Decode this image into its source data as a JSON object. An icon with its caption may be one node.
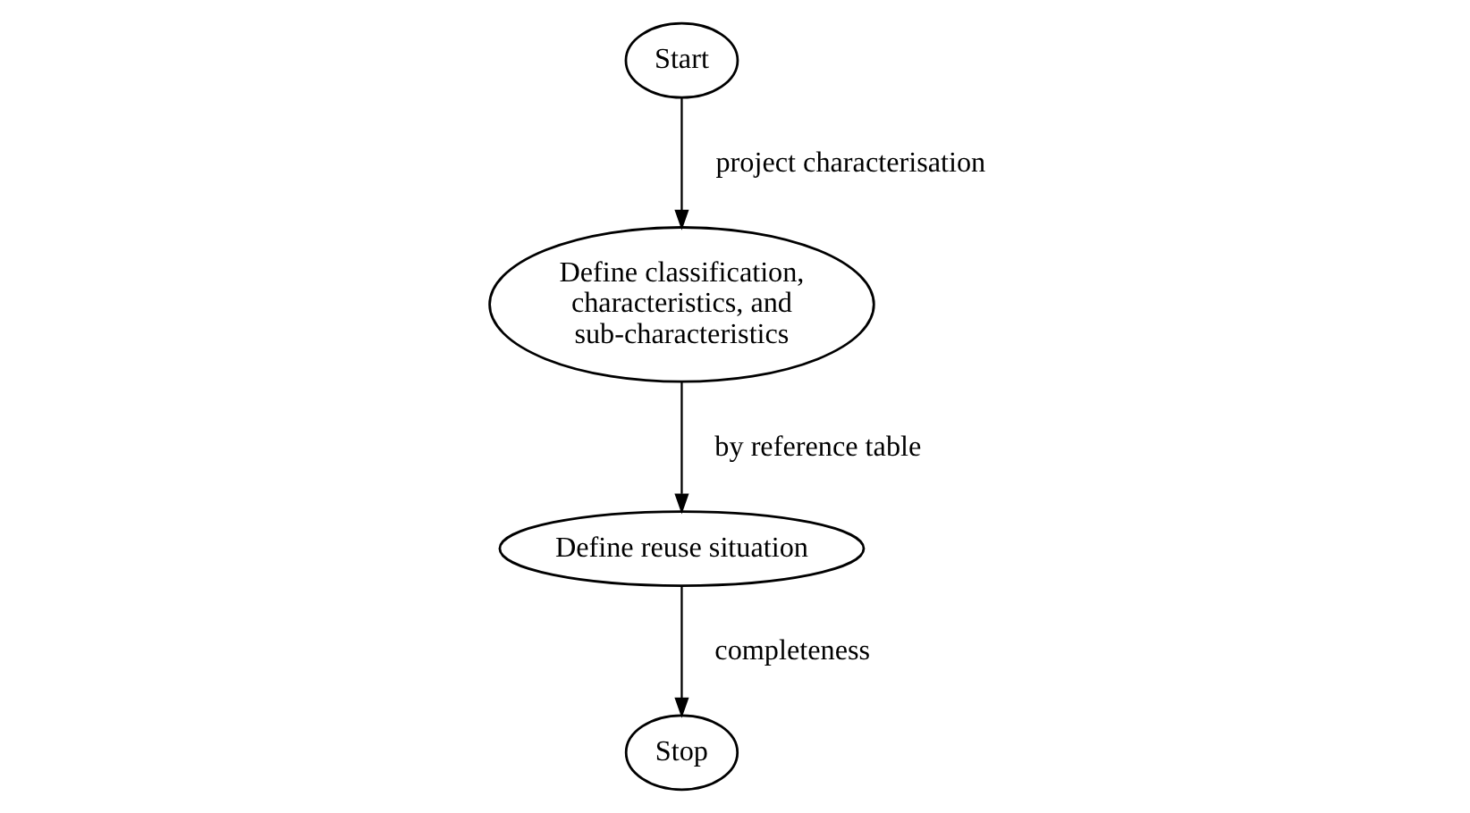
{
  "diagram": {
    "nodes": [
      {
        "text": [
          "Start"
        ]
      },
      {
        "text": [
          "Define classification, characteristics, and sub-characteristics"
        ]
      },
      {
        "text": [
          "Define reuse situation"
        ]
      },
      {
        "text": [
          "Stop"
        ]
      }
    ],
    "edges": [
      {
        "from": 0,
        "to": 1,
        "arrow": "to",
        "label": "project characterisation"
      },
      {
        "from": 1,
        "to": 2,
        "arrow": "to",
        "label": "by reference table"
      },
      {
        "from": 2,
        "to": 3,
        "arrow": "to",
        "label": "completeness"
      }
    ]
  }
}
